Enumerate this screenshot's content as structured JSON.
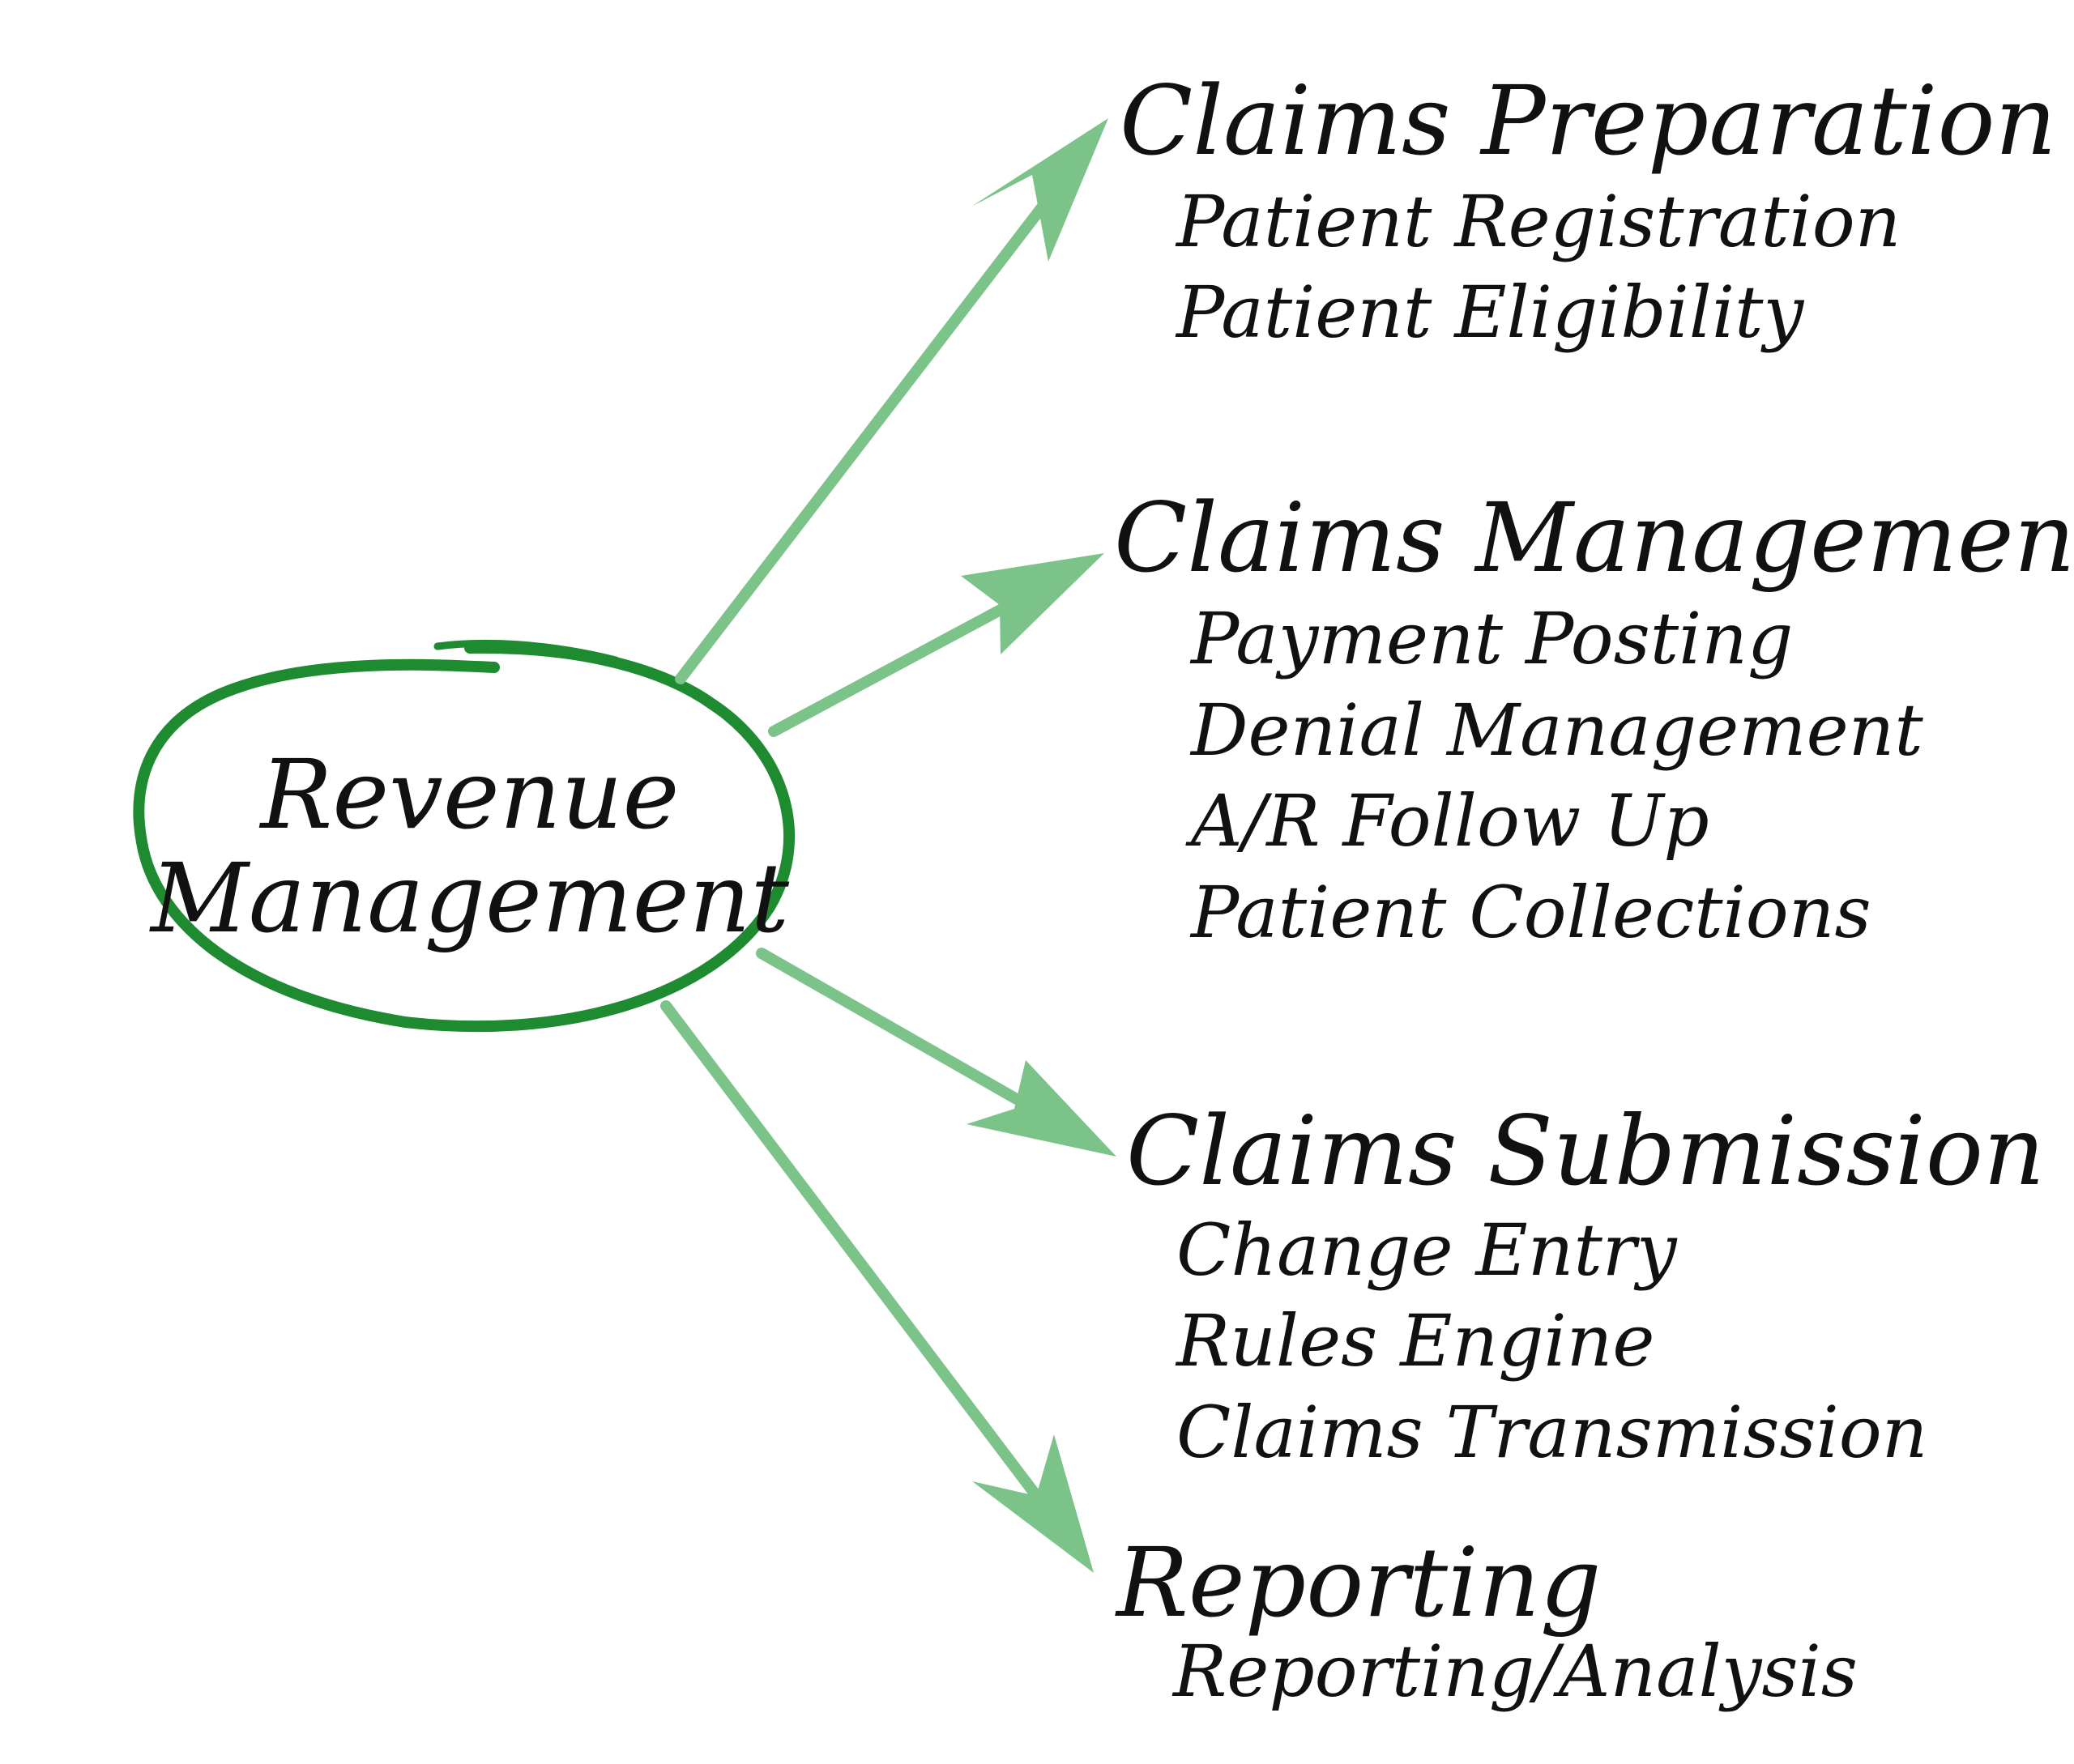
{
  "colors": {
    "ellipse": "#1f8b30",
    "arrow": "#7cc38a",
    "text": "#111111",
    "background": "#ffffff"
  },
  "center": {
    "line1": "Revenue",
    "line2": "Management"
  },
  "branches": [
    {
      "heading": "Claims Preparation",
      "items": [
        "Patient Registration",
        "Patient Eligibility"
      ]
    },
    {
      "heading": "Claims Management",
      "items": [
        "Payment Posting",
        "Denial Management",
        "A/R Follow Up",
        "Patient Collections"
      ]
    },
    {
      "heading": "Claims Submission",
      "items": [
        "Change Entry",
        "Rules Engine",
        "Claims Transmission"
      ]
    },
    {
      "heading": "Reporting",
      "items": [
        "Reporting/Analysis"
      ]
    }
  ]
}
